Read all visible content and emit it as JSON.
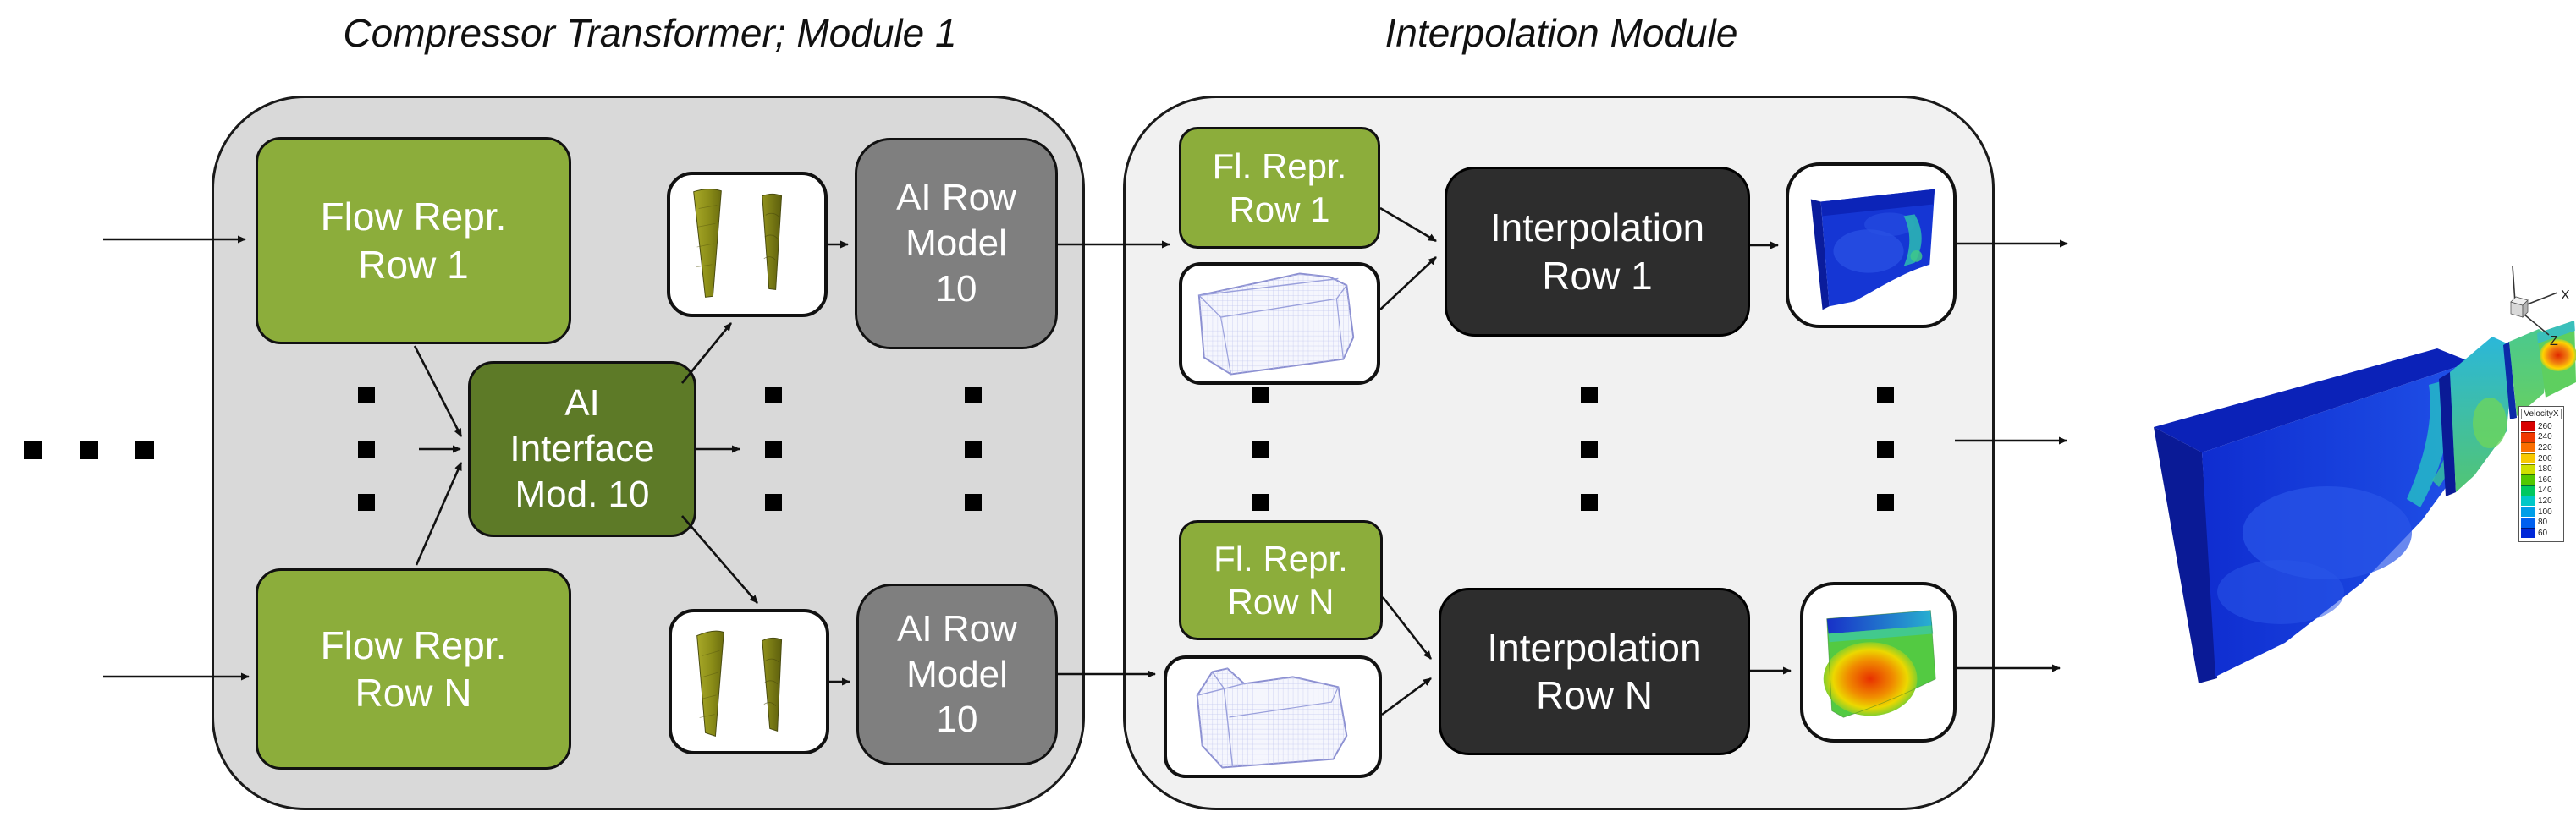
{
  "titles": {
    "module1": "Compressor Transformer; Module 1",
    "module2": "Interpolation Module"
  },
  "module1": {
    "flow_repr_row1": [
      "Flow Repr.",
      "Row 1"
    ],
    "flow_repr_rowN": [
      "Flow Repr.",
      "Row N"
    ],
    "ai_interface": [
      "AI",
      "Interface",
      "Mod. 10"
    ],
    "ai_row_model_top": [
      "AI Row",
      "Model",
      "10"
    ],
    "ai_row_model_bottom": [
      "AI Row",
      "Model",
      "10"
    ]
  },
  "module2": {
    "fl_repr_row1": [
      "Fl. Repr.",
      "Row 1"
    ],
    "fl_repr_rowN": [
      "Fl. Repr.",
      "Row N"
    ],
    "interpolation_row1": [
      "Interpolation",
      "Row 1"
    ],
    "interpolation_rowN": [
      "Interpolation",
      "Row N"
    ]
  },
  "output_view": {
    "legend": {
      "title": "VelocityX",
      "ticks": [
        "260",
        "240",
        "220",
        "200",
        "180",
        "160",
        "140",
        "120",
        "100",
        "80",
        "60"
      ],
      "colors": [
        "#d80000",
        "#f03800",
        "#fa6e00",
        "#f8c800",
        "#cfe000",
        "#52c800",
        "#00c860",
        "#00c8c8",
        "#009ee8",
        "#0060f0",
        "#0028d8"
      ]
    },
    "axis_labels": {
      "x": "X",
      "z": "Z"
    }
  },
  "colors": {
    "green_light": "#8cad3b",
    "green_dark": "#5d7a27",
    "gray_box": "#7f7f7f",
    "dark_box": "#2d2d2d",
    "module1_fill": "#d9d9d9",
    "module2_fill": "#f1f1f1"
  }
}
